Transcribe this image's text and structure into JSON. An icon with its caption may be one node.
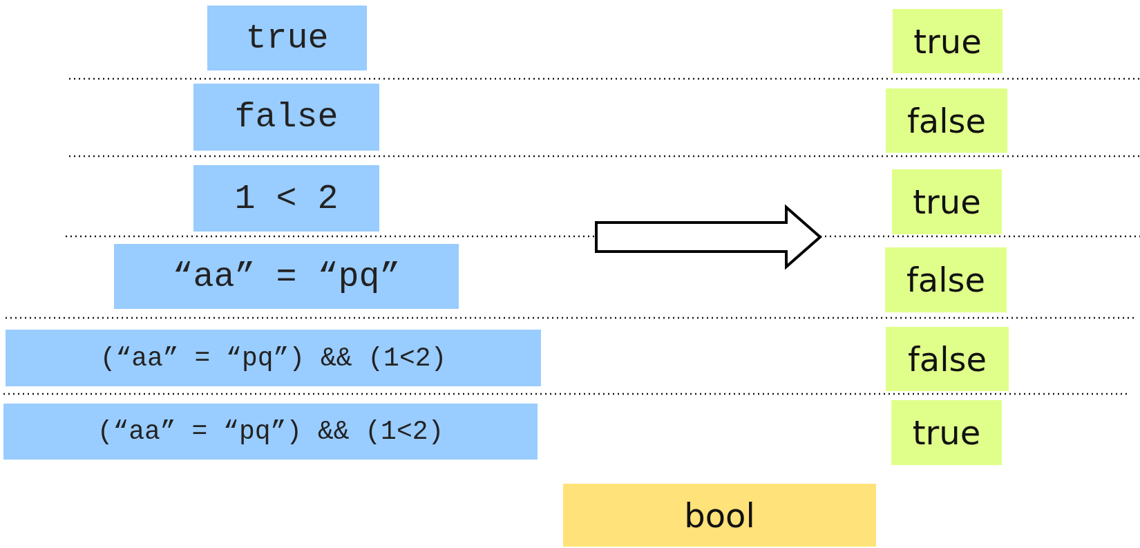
{
  "diagram": {
    "nodes": [
      {
        "text": [
          "true"
        ]
      },
      {
        "text": [
          "false"
        ]
      },
      {
        "text": [
          "1 < 2"
        ]
      },
      {
        "text": [
          "“aa” = “pq”"
        ]
      },
      {
        "text": [
          "(“aa” = “pq”) && (1<2)"
        ]
      },
      {
        "text": [
          "(“aa” = “pq”) && (1<2)"
        ]
      },
      {
        "text": [
          "true"
        ]
      },
      {
        "text": [
          "false"
        ]
      },
      {
        "text": [
          "true"
        ]
      },
      {
        "text": [
          "false"
        ]
      },
      {
        "text": [
          "false"
        ]
      },
      {
        "text": [
          "true"
        ]
      },
      {
        "text": [
          "bool"
        ]
      }
    ]
  }
}
